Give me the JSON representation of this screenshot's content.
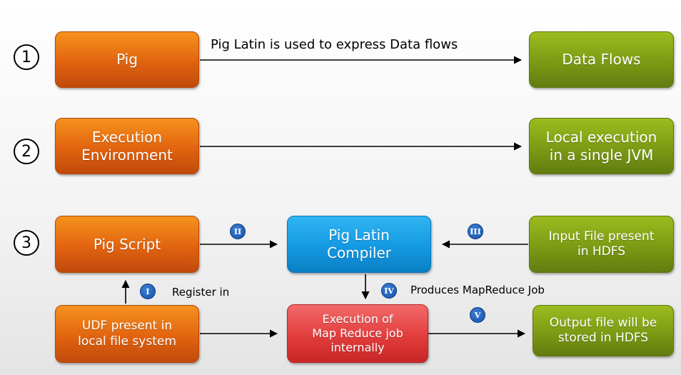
{
  "rows": [
    {
      "num": "1",
      "source": "Pig",
      "target": "Data Flows",
      "arrow_label": "Pig Latin is used to express Data flows"
    },
    {
      "num": "2",
      "source": "Execution\nEnvironment",
      "target": "Local execution\nin a single JVM"
    },
    {
      "num": "3"
    }
  ],
  "flow": {
    "pig_script": "Pig Script",
    "compiler": "Pig Latin\nCompiler",
    "input_file": "Input File present\nin HDFS",
    "udf": "UDF present in\nlocal file system",
    "execution": "Execution of\nMap Reduce job\ninternally",
    "output_file": "Output file will be\nstored in HDFS",
    "steps": [
      {
        "badge": "I",
        "label": "Register in"
      },
      {
        "badge": "II",
        "label": ""
      },
      {
        "badge": "III",
        "label": ""
      },
      {
        "badge": "IV",
        "label": "Produces MapReduce Job"
      },
      {
        "badge": "V",
        "label": ""
      }
    ]
  },
  "colors": {
    "orange": "#e1630f",
    "green": "#7c9a14",
    "blue": "#1399e2",
    "red": "#e23d3d",
    "badge": "#1f5fb8"
  }
}
